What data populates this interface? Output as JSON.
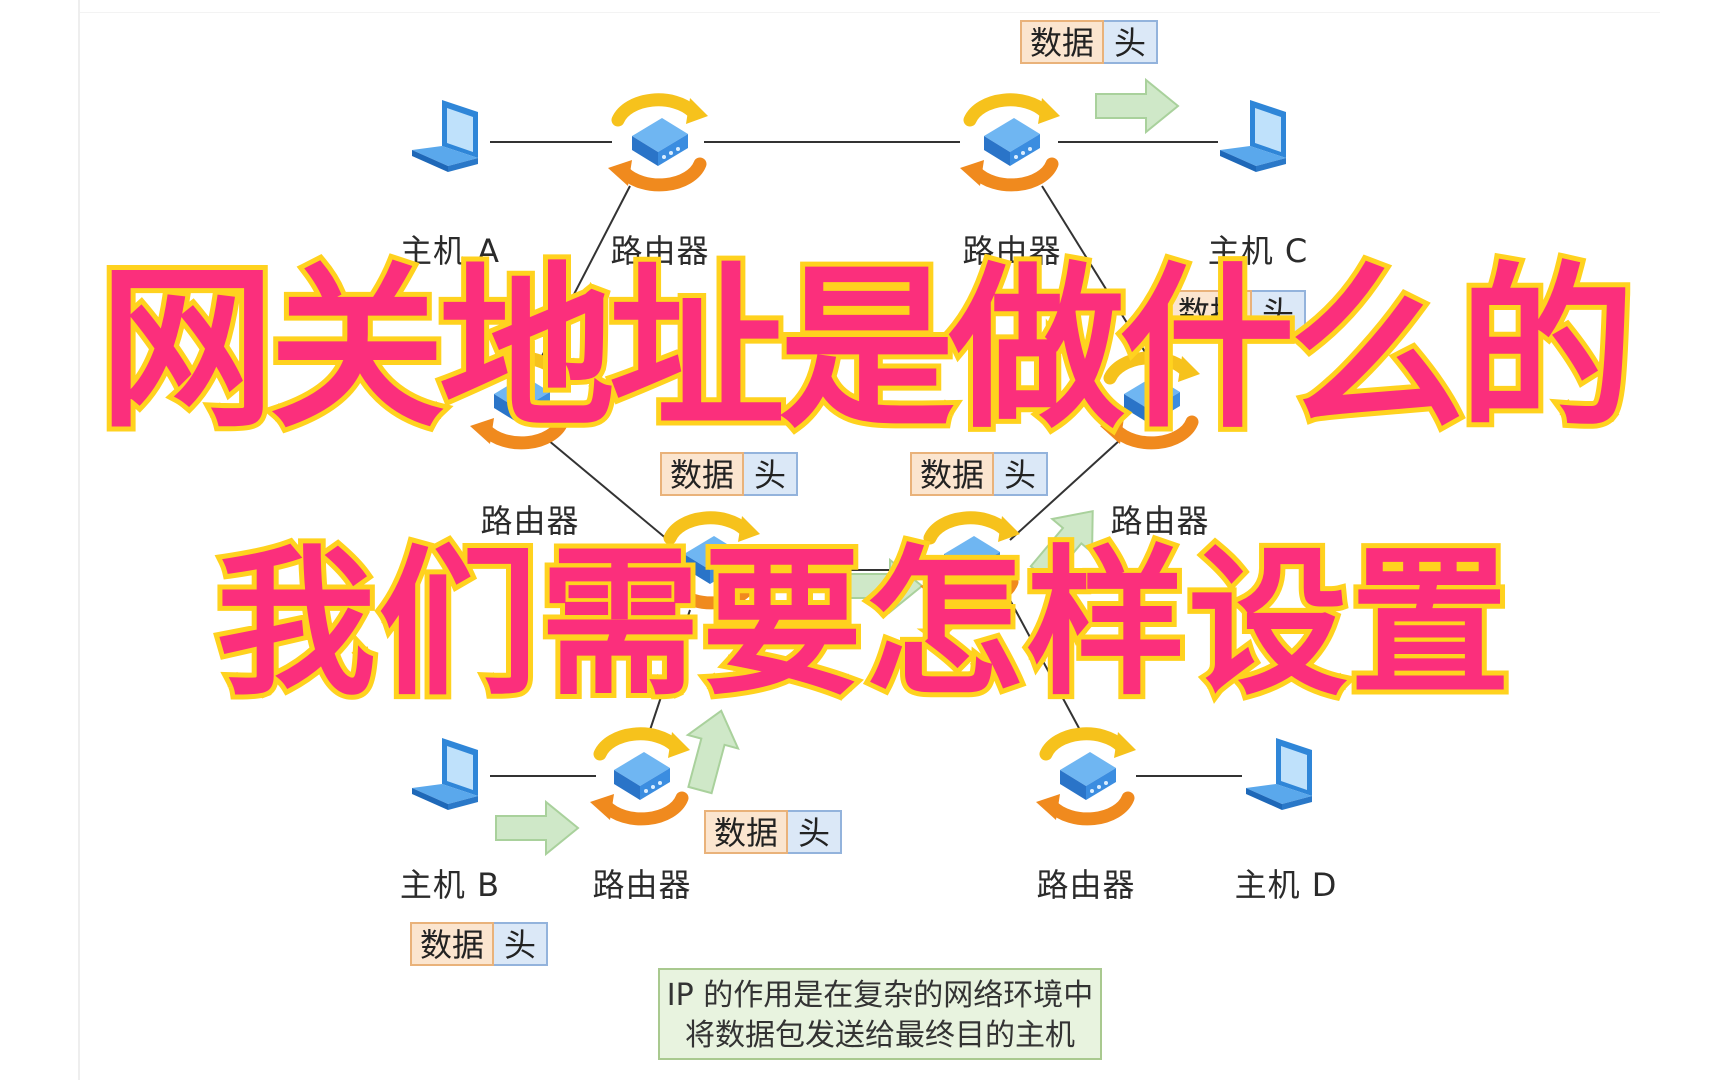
{
  "hosts": [
    {
      "id": "a",
      "label": "主机 A"
    },
    {
      "id": "b",
      "label": "主机 B"
    },
    {
      "id": "c",
      "label": "主机 C"
    },
    {
      "id": "d",
      "label": "主机 D"
    }
  ],
  "router_label": "路由器",
  "packet": {
    "data": "数据",
    "header": "头"
  },
  "note": {
    "line1": "IP 的作用是在复杂的网络环境中",
    "line2": "将数据包发送给最终目的主机"
  },
  "overlay": {
    "line1": "网关地址是做什么的",
    "line2": "我们需要怎样设置"
  },
  "colors": {
    "overlay_fill": "#fb2f7c",
    "overlay_stroke": "#ffd21f",
    "arrow": "#cfe8c8",
    "router_arc_yellow": "#f6c21c",
    "router_arc_orange": "#f08a1e",
    "router_body": "#3b8de0",
    "laptop": "#2f86d8"
  }
}
